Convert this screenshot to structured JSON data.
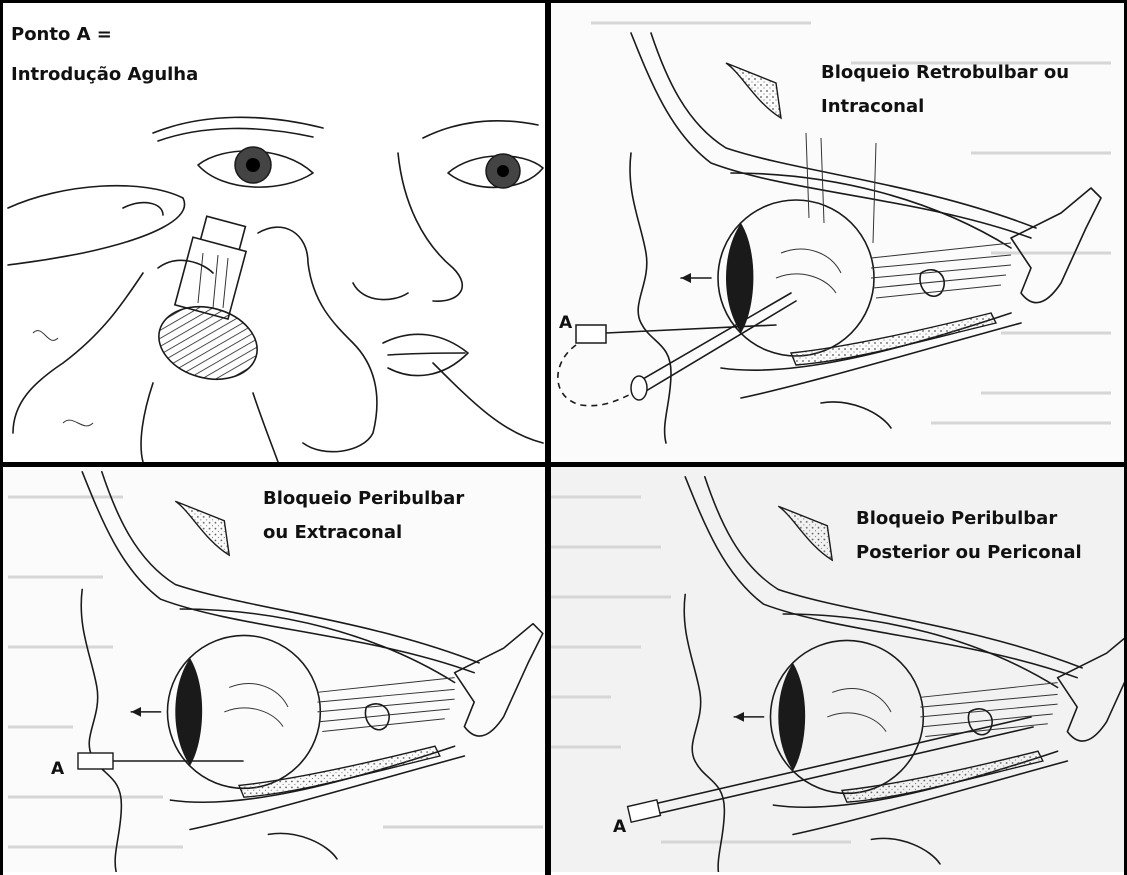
{
  "panels": {
    "top_left": {
      "title_line1": "Ponto A =",
      "title_line2": "Introdução Agulha"
    },
    "top_right": {
      "title_line1": "Bloqueio Retrobulbar ou",
      "title_line2": "Intraconal",
      "point_label": "A"
    },
    "bottom_left": {
      "title_line1": "Bloqueio Peribulbar",
      "title_line2": "ou Extraconal",
      "point_label": "A"
    },
    "bottom_right": {
      "title_line1": "Bloqueio  Peribulbar",
      "title_line2": "Posterior ou Periconal",
      "point_label": "A"
    }
  },
  "colors": {
    "ink": "#1a1a1a",
    "divider": "#000000",
    "background": "#ffffff"
  }
}
